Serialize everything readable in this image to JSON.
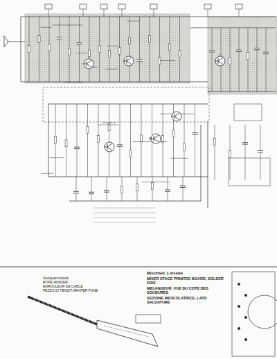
{
  "diagram": {
    "labels": [
      "Seilspannstück",
      "ROPE WINDER",
      "ENROULEUR DE CABLE",
      "PEZZO DI TENDITURA PER FUNE",
      "Mischteil, Lötseite",
      "MIXER STAGE PRINTED BOARD, SOLDER SIDE",
      "MELANGEUR, VUE DU COTE DES SOUDURES",
      "SEZIONE MESCOLATRICE, LATO SALDATURE"
    ]
  }
}
